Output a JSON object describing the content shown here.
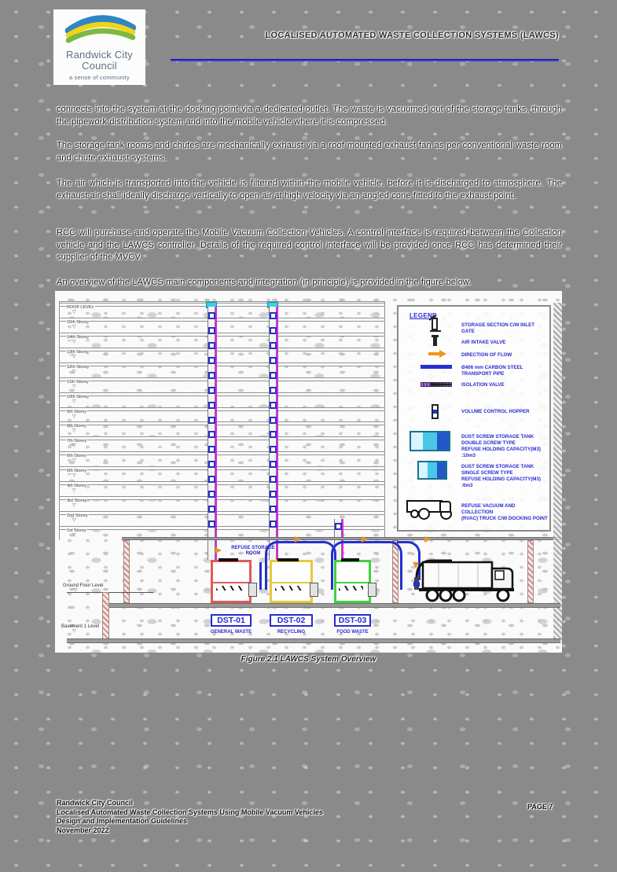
{
  "header": {
    "logo": {
      "name_line1": "Randwick City",
      "name_line2": "Council",
      "tagline": "a sense of community"
    },
    "title": "LOCALISED AUTOMATED WASTE COLLECTION SYSTEMS (LAWCS)",
    "rule_color": "#3a3ae2"
  },
  "paragraphs": [
    "connects into the system at the docking point via a dedicated outlet. The waste is vacuumed out of the storage tanks, through the pipework distribution system and into the mobile vehicle where it is compressed.",
    "The storage tank rooms and chutes are mechanically exhaust via a roof mounted exhaust fan as per conventional waste room and chute exhaust systems.",
    "The air which is transported into the vehicle is filtered within the mobile vehicle, before it is discharged to atmosphere. The exhaust air shall ideally discharge vertically to open air at high velocity via an angled cone fitted to the exhaust point.",
    "RCC will purchase and operate the Mobile Vacuum Collection Vehicles. A control interface is required between the Collection vehicle and the LAWCS controller. Details of the required control interface will be provided once RCC has determined their supplier of the MVCV.",
    "An overview of the LAWCS main components and integration (in principle) is provided in the figure below."
  ],
  "figure": {
    "caption": "Figure 2.1 LAWCS System Overview",
    "levels": [
      "ROOF LEVEL",
      "15th Storey",
      "14th Storey",
      "13th Storey",
      "12th Storey",
      "11th Storey",
      "10th Storey",
      "9th Storey",
      "8th Storey",
      "7th Storey",
      "6th Storey",
      "5th Storey",
      "4th Storey",
      "3rd Storey",
      "2nd Storey",
      "1st Storey"
    ],
    "ground_label": "Ground Floor Level",
    "basement_label": "Basement 1 Level",
    "room_label": "REFUSE STORAGE\nROOM",
    "tanks": [
      {
        "id": "DST-01",
        "waste_type": "GENERAL WASTE",
        "color": "#e05a5a"
      },
      {
        "id": "DST-02",
        "waste_type": "RECYCLING",
        "color": "#e3c93f"
      },
      {
        "id": "DST-03",
        "waste_type": "FOOD WASTE",
        "color": "#3fd23f"
      }
    ],
    "legend": {
      "title": "LEGEND",
      "items": [
        {
          "icon": "storage-section-inlet-gate-icon",
          "label": "STORAGE SECTION C/W INLET GATE"
        },
        {
          "icon": "air-intake-valve-icon",
          "label": "AIR INTAKE VALVE"
        },
        {
          "icon": "direction-of-flow-icon",
          "label": "DIRECTION OF FLOW"
        },
        {
          "icon": "transport-pipe-icon",
          "label": "Ø406 mm CARBON STEEL TRANSPORT PIPE"
        },
        {
          "icon": "isolation-valve-icon",
          "label": "ISOLATION VALVE"
        },
        {
          "icon": "volume-control-hopper-icon",
          "label": "VOLUME CONTROL HOPPER"
        },
        {
          "icon": "double-screw-tank-icon",
          "label": "DUST SCREW STORAGE TANK\nDOUBLE SCREW TYPE\nREFUSE HOLDING CAPACITY(M3) :10m3"
        },
        {
          "icon": "single-screw-tank-icon",
          "label": "DUST SCREW STORAGE TANK\nSINGLE SCREW TYPE\nREFUSE HOLDING CAPACITY(M3) :6m3"
        },
        {
          "icon": "rvac-truck-icon",
          "label": "REFUSE VACUUM AND COLLECTION\n(RVAC) TRUCK C/W DOCKING POINT"
        }
      ]
    },
    "colors": {
      "chute_inlet_gate": "#2430cf",
      "chute_line": "#e421e4",
      "air_intake_valve": "#3ad0e6",
      "flow_arrow": "#f0941d",
      "transport_pipe": "#2430cf",
      "legend_text": "#2a2ad0"
    }
  },
  "footer": {
    "lines": [
      "Randwick City Council",
      "Localised Automated Waste Collection Systems Using Mobile Vacuum Vehicles",
      "Design and Implementation Guidelines",
      "November 2022"
    ],
    "page_label": "PAGE 7"
  }
}
